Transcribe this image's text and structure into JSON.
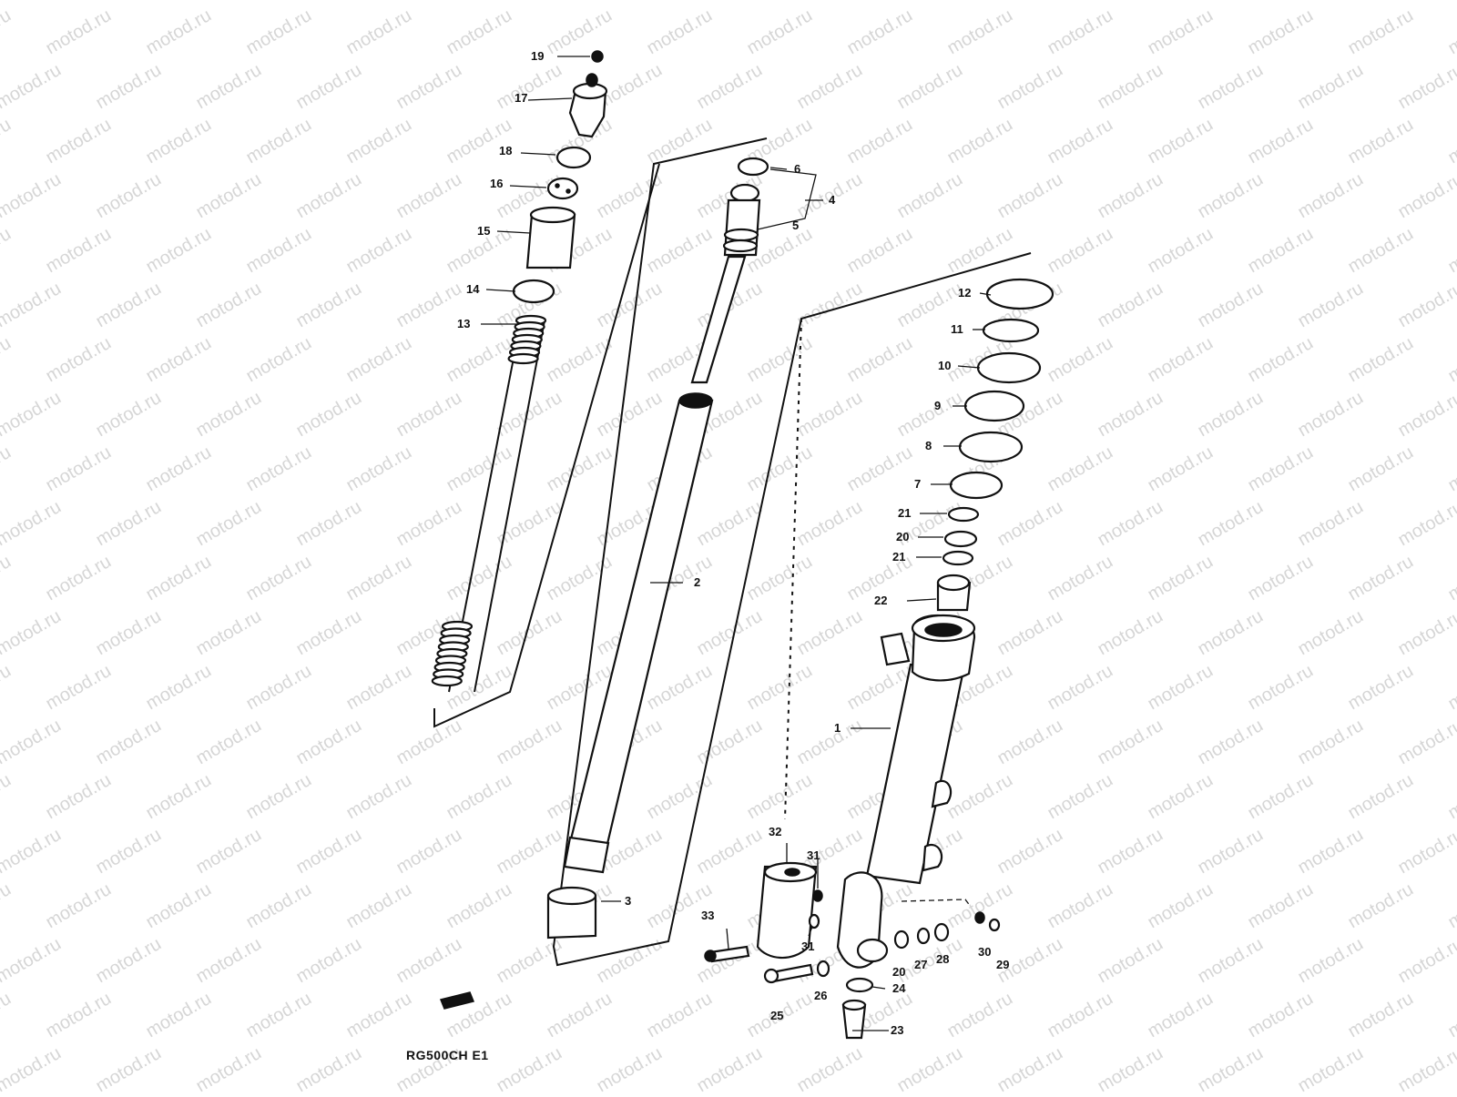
{
  "watermark": "motod.ru",
  "footnote": "RG500CH E1",
  "callouts": [
    "19",
    "17",
    "18",
    "16",
    "15",
    "14",
    "13",
    "2",
    "3",
    "6",
    "4",
    "5",
    "12",
    "11",
    "10",
    "9",
    "8",
    "7",
    "21",
    "20",
    "21",
    "22",
    "1",
    "32",
    "31",
    "33",
    "31",
    "30",
    "29",
    "20",
    "27",
    "28",
    "26",
    "24",
    "25",
    "23"
  ],
  "colors": {
    "ink": "#111111",
    "paper": "#ffffff",
    "watermark": "#d6d6d6"
  }
}
